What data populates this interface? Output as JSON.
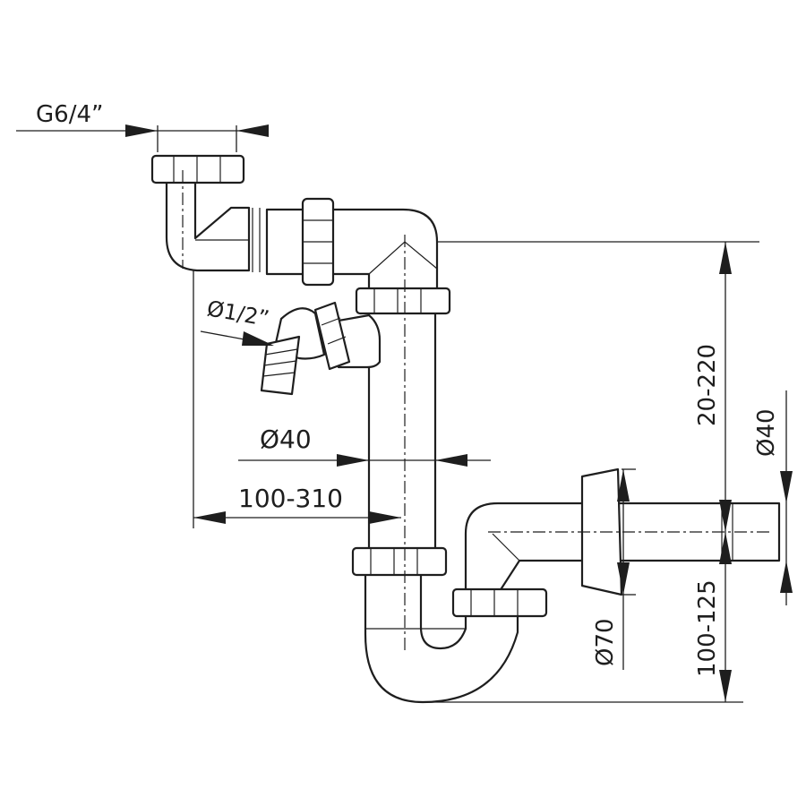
{
  "dimensions": {
    "inlet_thread": "G6/4”",
    "hose_connector": "Ø1/2”",
    "pipe_diameter": "Ø40",
    "horizontal_offset": "100-310",
    "upper_height": "20-220",
    "lower_height": "100-125",
    "outlet_diameter": "Ø40",
    "rosette_diameter": "Ø70"
  },
  "colors": {
    "line": "#1e1e1e",
    "background": "#ffffff"
  }
}
